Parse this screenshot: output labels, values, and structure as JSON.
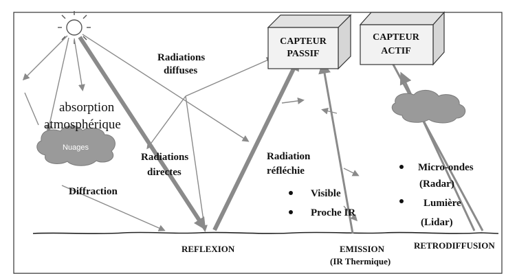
{
  "sensors": {
    "passive": {
      "line1": "CAPTEUR",
      "line2": "PASSIF"
    },
    "active": {
      "line1": "CAPTEUR",
      "line2": "ACTIF"
    }
  },
  "cloud_label": "Nuages",
  "labels": {
    "radiations_diffuses_1": "Radiations",
    "radiations_diffuses_2": "diffuses",
    "absorption_1": "absorption",
    "absorption_2": "atmosphérique",
    "radiations_directes_1": "Radiations",
    "radiations_directes_2": "directes",
    "diffraction": "Diffraction",
    "radiation_reflechie_1": "Radiation",
    "radiation_reflechie_2": "réfléchie",
    "micro_ondes": "Micro-ondes",
    "radar": "(Radar)",
    "lumiere": "Lumière",
    "lidar": "(Lidar)"
  },
  "bullets": {
    "visible": "Visible",
    "proche_ir": "Proche IR"
  },
  "ground_labels": {
    "reflexion": "REFLEXION",
    "emission": "EMISSION",
    "ir_thermique": "(IR Thermique)",
    "retrodiffusion": "RETRODIFFUSION"
  },
  "colors": {
    "arrow": "#8a8a8a",
    "cloud": "#9a9a9a",
    "box_front": "#f2f2f2",
    "box_side": "#d6d6d6"
  }
}
